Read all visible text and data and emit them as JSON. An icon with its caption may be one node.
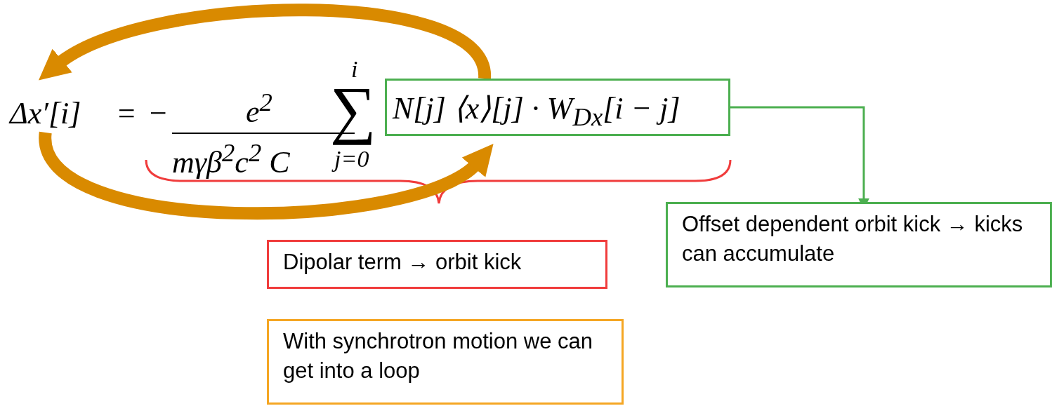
{
  "diagram": {
    "nodes": [
      {
        "text": [
          "Δx′[i]"
        ]
      },
      {
        "text": [
          "N[j] ⟨x⟩[j] · W$_{Dx}$[i − j]"
        ]
      },
      {
        "text": [
          "Dipolar term → orbit kick"
        ]
      },
      {
        "text": [
          "Offset dependent orbit kick → kicks can accumulate"
        ]
      },
      {
        "text": [
          "With synchrotron motion we can get into a loop"
        ]
      }
    ],
    "edges": [
      {
        "from": 1,
        "to": 3,
        "arrow": "to",
        "color": "#4caf50"
      },
      {
        "from": 1,
        "to": 0,
        "arrow": "to",
        "color": "#d98a00"
      },
      {
        "from": 0,
        "to": 1,
        "arrow": "to",
        "color": "#d98a00"
      }
    ],
    "labels": [
      "=",
      "−",
      "e$^{2}$",
      "mγβ$^{2}$c$^{2}$ C",
      "i",
      "∑",
      "j=0"
    ]
  }
}
